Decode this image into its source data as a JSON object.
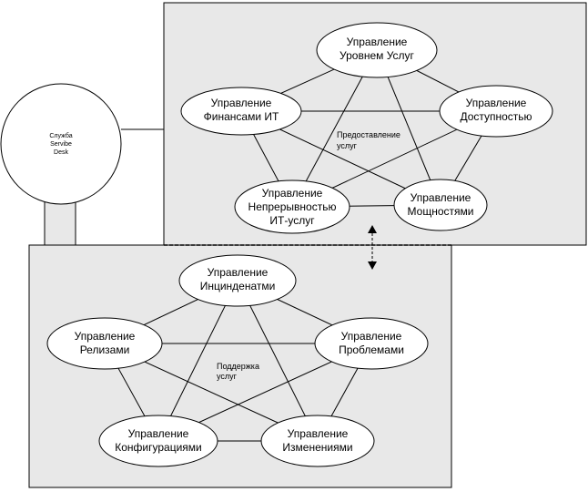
{
  "colors": {
    "panel_fill": "#e8e8e8",
    "node_fill": "#ffffff",
    "stroke": "#000000"
  },
  "service_desk": {
    "lines": [
      "Служба",
      "Servibe",
      "Desk"
    ]
  },
  "delivery_group": {
    "center_label": [
      "Предоставление",
      "услуг"
    ],
    "nodes": [
      {
        "id": "slm",
        "lines": [
          "Управление",
          "Уровнем Услуг"
        ]
      },
      {
        "id": "fin",
        "lines": [
          "Управление",
          "Финансами ИТ"
        ]
      },
      {
        "id": "avail",
        "lines": [
          "Управление",
          "Доступностью"
        ]
      },
      {
        "id": "cont",
        "lines": [
          "Управление",
          "Непрерывностью",
          "ИТ-услуг"
        ]
      },
      {
        "id": "cap",
        "lines": [
          "Управление",
          "Мощностями"
        ]
      }
    ]
  },
  "support_group": {
    "center_label": [
      "Поддержка",
      "услуг"
    ],
    "nodes": [
      {
        "id": "inc",
        "lines": [
          "Управление",
          "Инцинденатми"
        ]
      },
      {
        "id": "rel",
        "lines": [
          "Управление",
          "Релизами"
        ]
      },
      {
        "id": "prob",
        "lines": [
          "Управление",
          "Проблемами"
        ]
      },
      {
        "id": "conf",
        "lines": [
          "Управление",
          "Конфигурациями"
        ]
      },
      {
        "id": "chg",
        "lines": [
          "Управление",
          "Изменениями"
        ]
      }
    ]
  }
}
